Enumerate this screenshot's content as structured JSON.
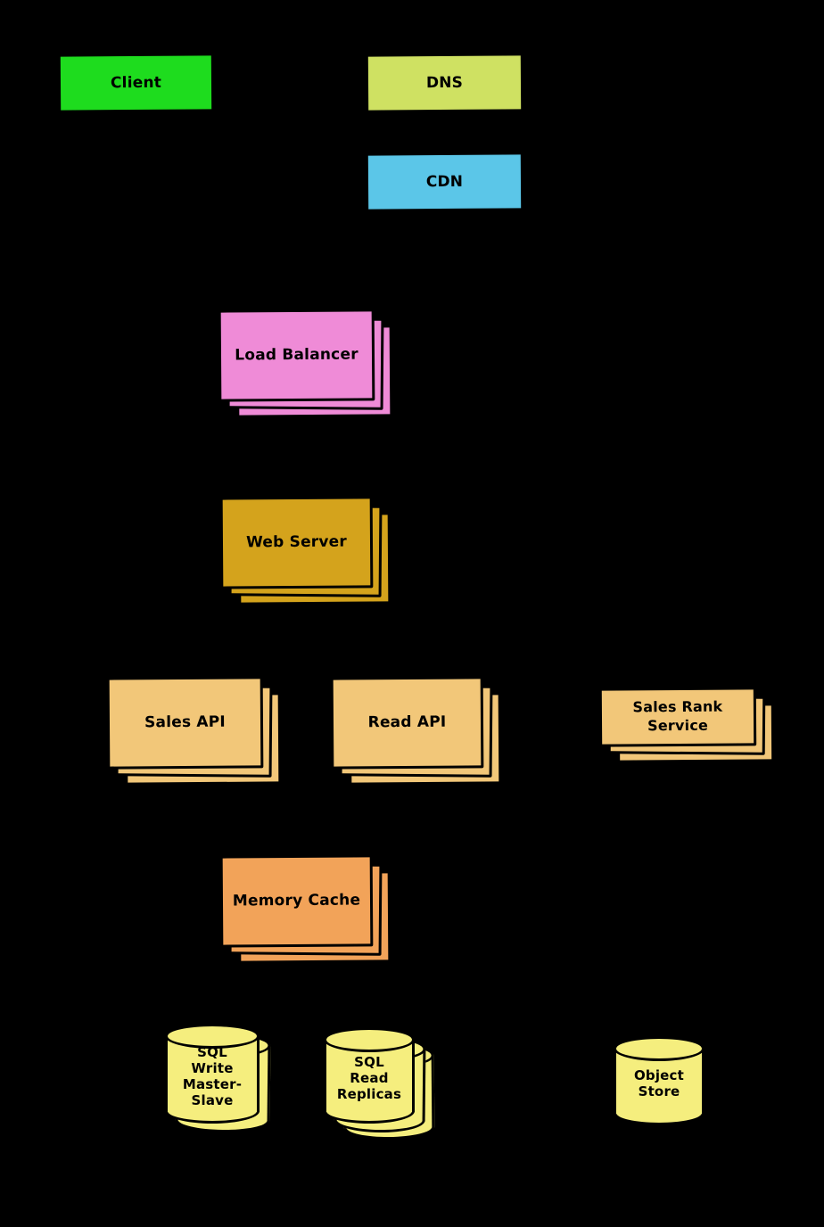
{
  "diagram": {
    "background": "#000000",
    "text_color": "#000000",
    "nodes": [
      {
        "id": "client",
        "label": "Client",
        "color": "#1edc1e",
        "shape": "box",
        "stack": 1
      },
      {
        "id": "dns",
        "label": "DNS",
        "color": "#cfe162",
        "shape": "box",
        "stack": 1
      },
      {
        "id": "cdn",
        "label": "CDN",
        "color": "#5bc6e8",
        "shape": "box",
        "stack": 1
      },
      {
        "id": "load-balancer",
        "label": "Load Balancer",
        "color": "#ef8bd7",
        "shape": "box",
        "stack": 3
      },
      {
        "id": "web-server",
        "label": "Web Server",
        "color": "#d4a31c",
        "shape": "box",
        "stack": 3
      },
      {
        "id": "sales-api",
        "label": "Sales API",
        "color": "#f2c779",
        "shape": "box",
        "stack": 3
      },
      {
        "id": "read-api",
        "label": "Read API",
        "color": "#f2c779",
        "shape": "box",
        "stack": 3
      },
      {
        "id": "sales-rank-service",
        "label": "Sales Rank\nService",
        "color": "#f2c779",
        "shape": "box",
        "stack": 3
      },
      {
        "id": "memory-cache",
        "label": "Memory Cache",
        "color": "#f2a359",
        "shape": "box",
        "stack": 3
      },
      {
        "id": "sql-write-master-slave",
        "label": "SQL\nWrite\nMaster-\nSlave",
        "color": "#f5ee7e",
        "shape": "cylinder",
        "stack": 2
      },
      {
        "id": "sql-read-replicas",
        "label": "SQL\nRead\nReplicas",
        "color": "#f5ee7e",
        "shape": "cylinder",
        "stack": 3
      },
      {
        "id": "object-store",
        "label": "Object\nStore",
        "color": "#f5ee7e",
        "shape": "cylinder",
        "stack": 1
      }
    ]
  }
}
